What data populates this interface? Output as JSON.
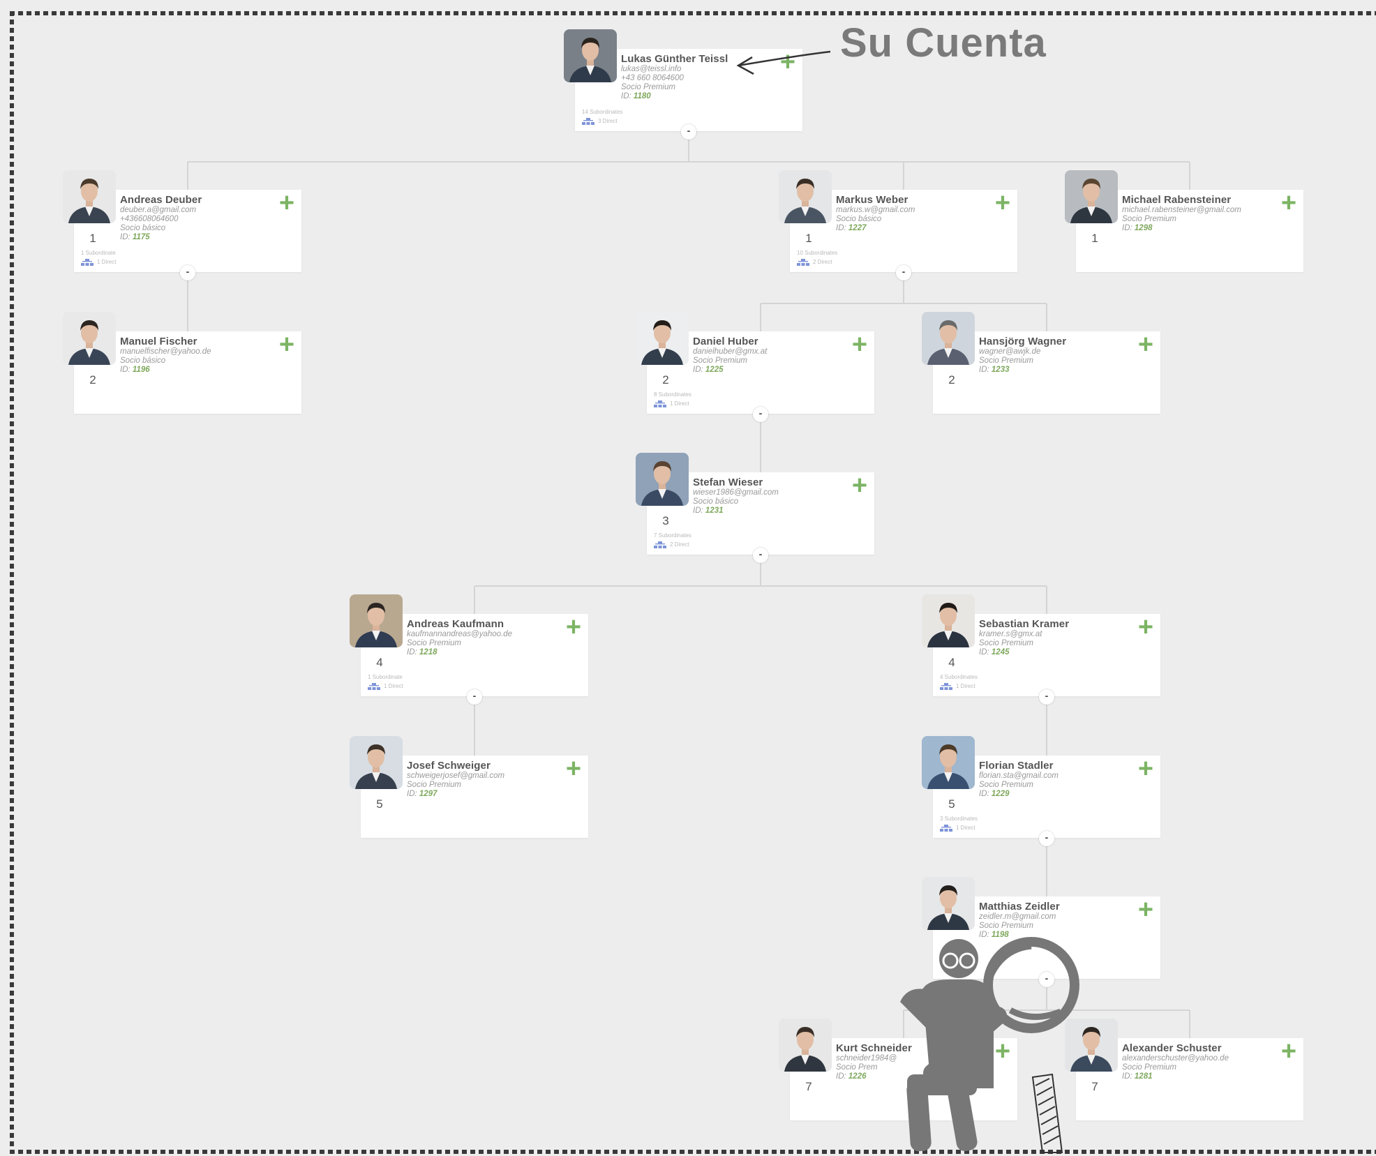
{
  "annotation": {
    "label": "Su Cuenta"
  },
  "colors": {
    "accent_green": "#7cb464",
    "id_green": "#7ea85c",
    "background": "#ededed",
    "figure_gray": "#777777"
  },
  "nodes": [
    {
      "name": "Lukas Günther Teissl",
      "lines": [
        "lukas@teissl.info",
        "+43 660 8064600",
        "Socio Premium"
      ],
      "id": "1180",
      "level": "",
      "subordinates": "14 Subordinates",
      "direct": "3 Direct"
    },
    {
      "name": "Andreas Deuber",
      "lines": [
        "deuber.a@gmail.com",
        "+436608064600",
        "Socio básico"
      ],
      "id": "1175",
      "level": "1",
      "subordinates": "1 Subordinate",
      "direct": "1 Direct"
    },
    {
      "name": "Markus Weber",
      "lines": [
        "markus.w@gmail.com",
        "Socio básico"
      ],
      "id": "1227",
      "level": "1",
      "subordinates": "10 Subordinates",
      "direct": "2 Direct"
    },
    {
      "name": "Michael Rabensteiner",
      "lines": [
        "michael.rabensteiner@gmail.com",
        "Socio Premium"
      ],
      "id": "1298",
      "level": "1",
      "subordinates": "",
      "direct": ""
    },
    {
      "name": "Manuel Fischer",
      "lines": [
        "manuelfischer@yahoo.de",
        "Socio básico"
      ],
      "id": "1196",
      "level": "2",
      "subordinates": "",
      "direct": ""
    },
    {
      "name": "Daniel Huber",
      "lines": [
        "danielhuber@gmx.at",
        "Socio Premium"
      ],
      "id": "1225",
      "level": "2",
      "subordinates": "8 Subordinates",
      "direct": "1 Direct"
    },
    {
      "name": "Hansjörg Wagner",
      "lines": [
        "wagner@awjk.de",
        "Socio Premium"
      ],
      "id": "1233",
      "level": "2",
      "subordinates": "",
      "direct": ""
    },
    {
      "name": "Stefan Wieser",
      "lines": [
        "wieser1986@gmail.com",
        "Socio básico"
      ],
      "id": "1231",
      "level": "3",
      "subordinates": "7 Subordinates",
      "direct": "2 Direct"
    },
    {
      "name": "Andreas Kaufmann",
      "lines": [
        "kaufmannandreas@yahoo.de",
        "Socio Premium"
      ],
      "id": "1218",
      "level": "4",
      "subordinates": "1 Subordinate",
      "direct": "1 Direct"
    },
    {
      "name": "Sebastian Kramer",
      "lines": [
        "kramer.s@gmx.at",
        "Socio Premium"
      ],
      "id": "1245",
      "level": "4",
      "subordinates": "4 Subordinates",
      "direct": "1 Direct"
    },
    {
      "name": "Josef Schweiger",
      "lines": [
        "schweigerjosef@gmail.com",
        "Socio Premium"
      ],
      "id": "1297",
      "level": "5",
      "subordinates": "",
      "direct": ""
    },
    {
      "name": "Florian Stadler",
      "lines": [
        "florian.sta@gmail.com",
        "Socio Premium"
      ],
      "id": "1229",
      "level": "5",
      "subordinates": "3 Subordinates",
      "direct": "1 Direct"
    },
    {
      "name": "Matthias Zeidler",
      "lines": [
        "zeidler.m@gmail.com",
        "Socio Premium"
      ],
      "id": "1198",
      "level": "",
      "subordinates": "",
      "direct": ""
    },
    {
      "name": "Kurt Schneider",
      "lines": [
        "schneider1984@",
        "Socio Prem"
      ],
      "id": "1226",
      "level": "7",
      "subordinates": "",
      "direct": ""
    },
    {
      "name": "Alexander Schuster",
      "lines": [
        "alexanderschuster@yahoo.de",
        "Socio Premium"
      ],
      "id": "1281",
      "level": "7",
      "subordinates": "",
      "direct": ""
    }
  ],
  "labels": {
    "id_prefix": "ID:",
    "plus": "+",
    "minus": "-"
  }
}
